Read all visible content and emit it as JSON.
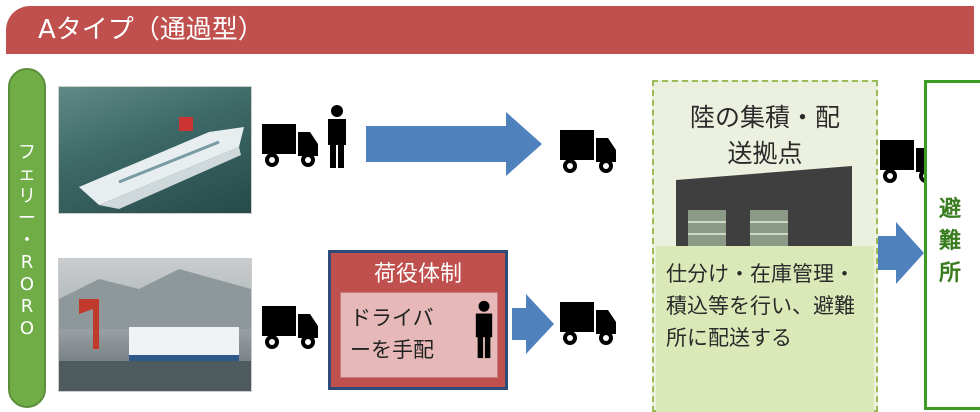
{
  "header": {
    "title": "Aタイプ（通過型）"
  },
  "left_bar": {
    "label": "フェリー・RORO",
    "lines": [
      "フ",
      "ェ",
      "リ",
      "ー",
      "・",
      "R",
      "O",
      "R",
      "O"
    ]
  },
  "staff_box": {
    "title": "荷役体制",
    "text": "ドライバーを手配"
  },
  "hub": {
    "title": "陸の集積・配送拠点",
    "description": "仕分け・在庫管理・積込等を行い、避難所に配送する"
  },
  "shelter": {
    "label": "避難所"
  },
  "colors": {
    "header": "#c0504d",
    "left_bar": "#70ad47",
    "arrow": "#4f81bd",
    "hub_bg": "#ebf1de",
    "shelter_border": "#3a9d23"
  },
  "icons": [
    "truck-icon",
    "person-icon",
    "warehouse-icon",
    "arrow-right-icon"
  ]
}
